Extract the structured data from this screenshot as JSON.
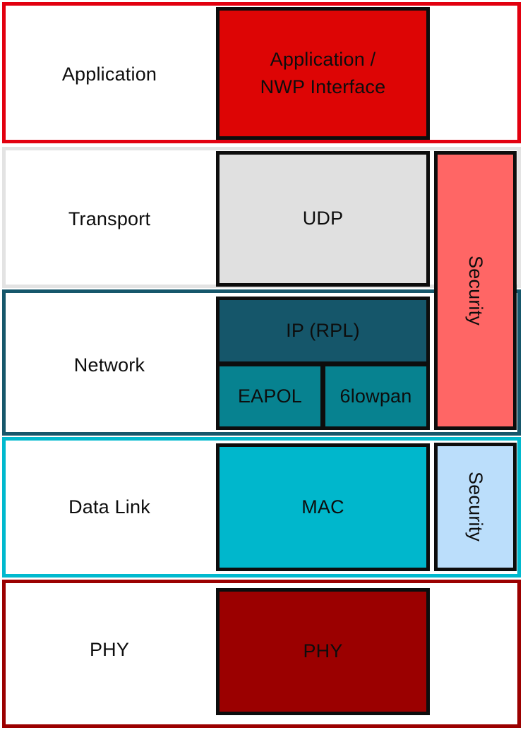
{
  "diagram": {
    "type": "protocol-stack-block-diagram",
    "layers": [
      {
        "label": "Application"
      },
      {
        "label": "Transport"
      },
      {
        "label": "Network"
      },
      {
        "label": "Data Link"
      },
      {
        "label": "PHY"
      }
    ],
    "boxes": {
      "app_nwp": "Application /\nNWP Interface",
      "udp": "UDP",
      "ip_rpl": "IP (RPL)",
      "eapol": "EAPOL",
      "sixlowpan": "6lowpan",
      "mac": "MAC",
      "phy": "PHY",
      "security_upper": "Security",
      "security_lower": "Security"
    },
    "colors": {
      "application_band_border": "#e2000f",
      "application_box_fill": "#dd0505",
      "transport_band_border": "#e3e3e3",
      "udp_box_fill": "#e0e0e0",
      "network_band_border": "#16576b",
      "ip_rpl_box_fill": "#15566a",
      "eapol_6lowpan_fill": "#078290",
      "datalink_band_border": "#00b9ce",
      "mac_box_fill": "#00b7cc",
      "phy_band_border": "#9b0000",
      "phy_box_fill": "#9b0000",
      "security_upper_fill": "#ff6665",
      "security_lower_fill": "#bbdefb",
      "box_border": "#0d0d0d",
      "text": "#0d0d0d"
    }
  }
}
